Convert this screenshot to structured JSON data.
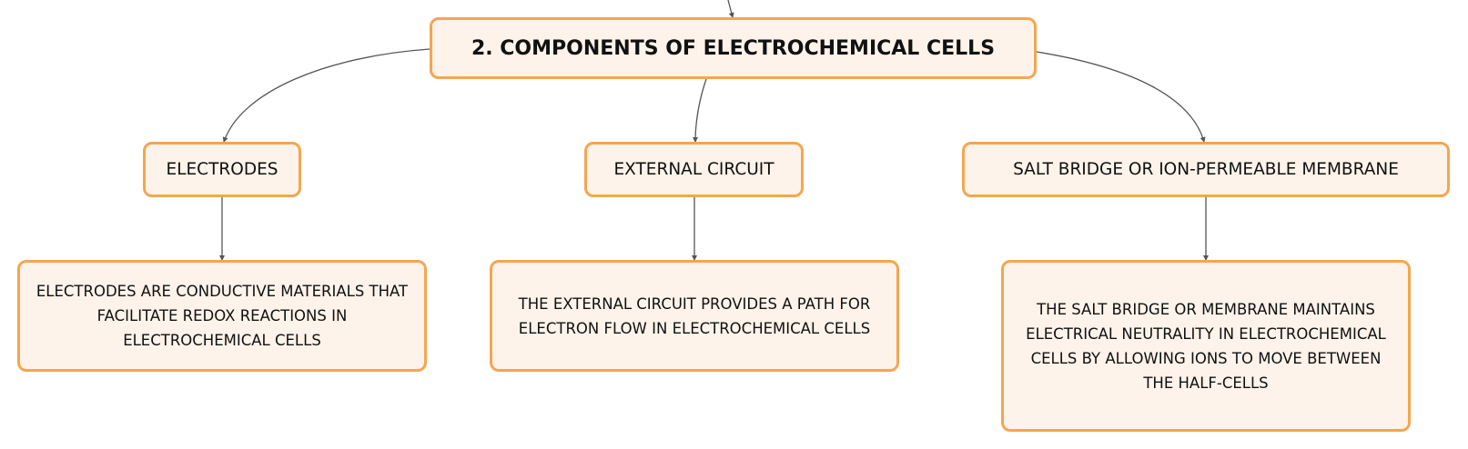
{
  "root": {
    "title": "2. COMPONENTS OF ELECTROCHEMICAL CELLS"
  },
  "topics": [
    {
      "label": "ELECTRODES",
      "description": "ELECTRODES ARE CONDUCTIVE MATERIALS THAT FACILITATE REDOX REACTIONS IN ELECTROCHEMICAL CELLS"
    },
    {
      "label": "EXTERNAL CIRCUIT",
      "description": "THE EXTERNAL CIRCUIT PROVIDES A PATH FOR ELECTRON FLOW IN ELECTROCHEMICAL CELLS"
    },
    {
      "label": "SALT BRIDGE OR ION-PERMEABLE MEMBRANE",
      "description": "THE SALT BRIDGE OR MEMBRANE MAINTAINS ELECTRICAL NEUTRALITY IN ELECTROCHEMICAL CELLS BY ALLOWING IONS TO MOVE BETWEEN THE HALF-CELLS"
    }
  ],
  "colors": {
    "node_border": "#f4a650",
    "node_fill": "#fdf3ea",
    "connector": "#555555"
  }
}
